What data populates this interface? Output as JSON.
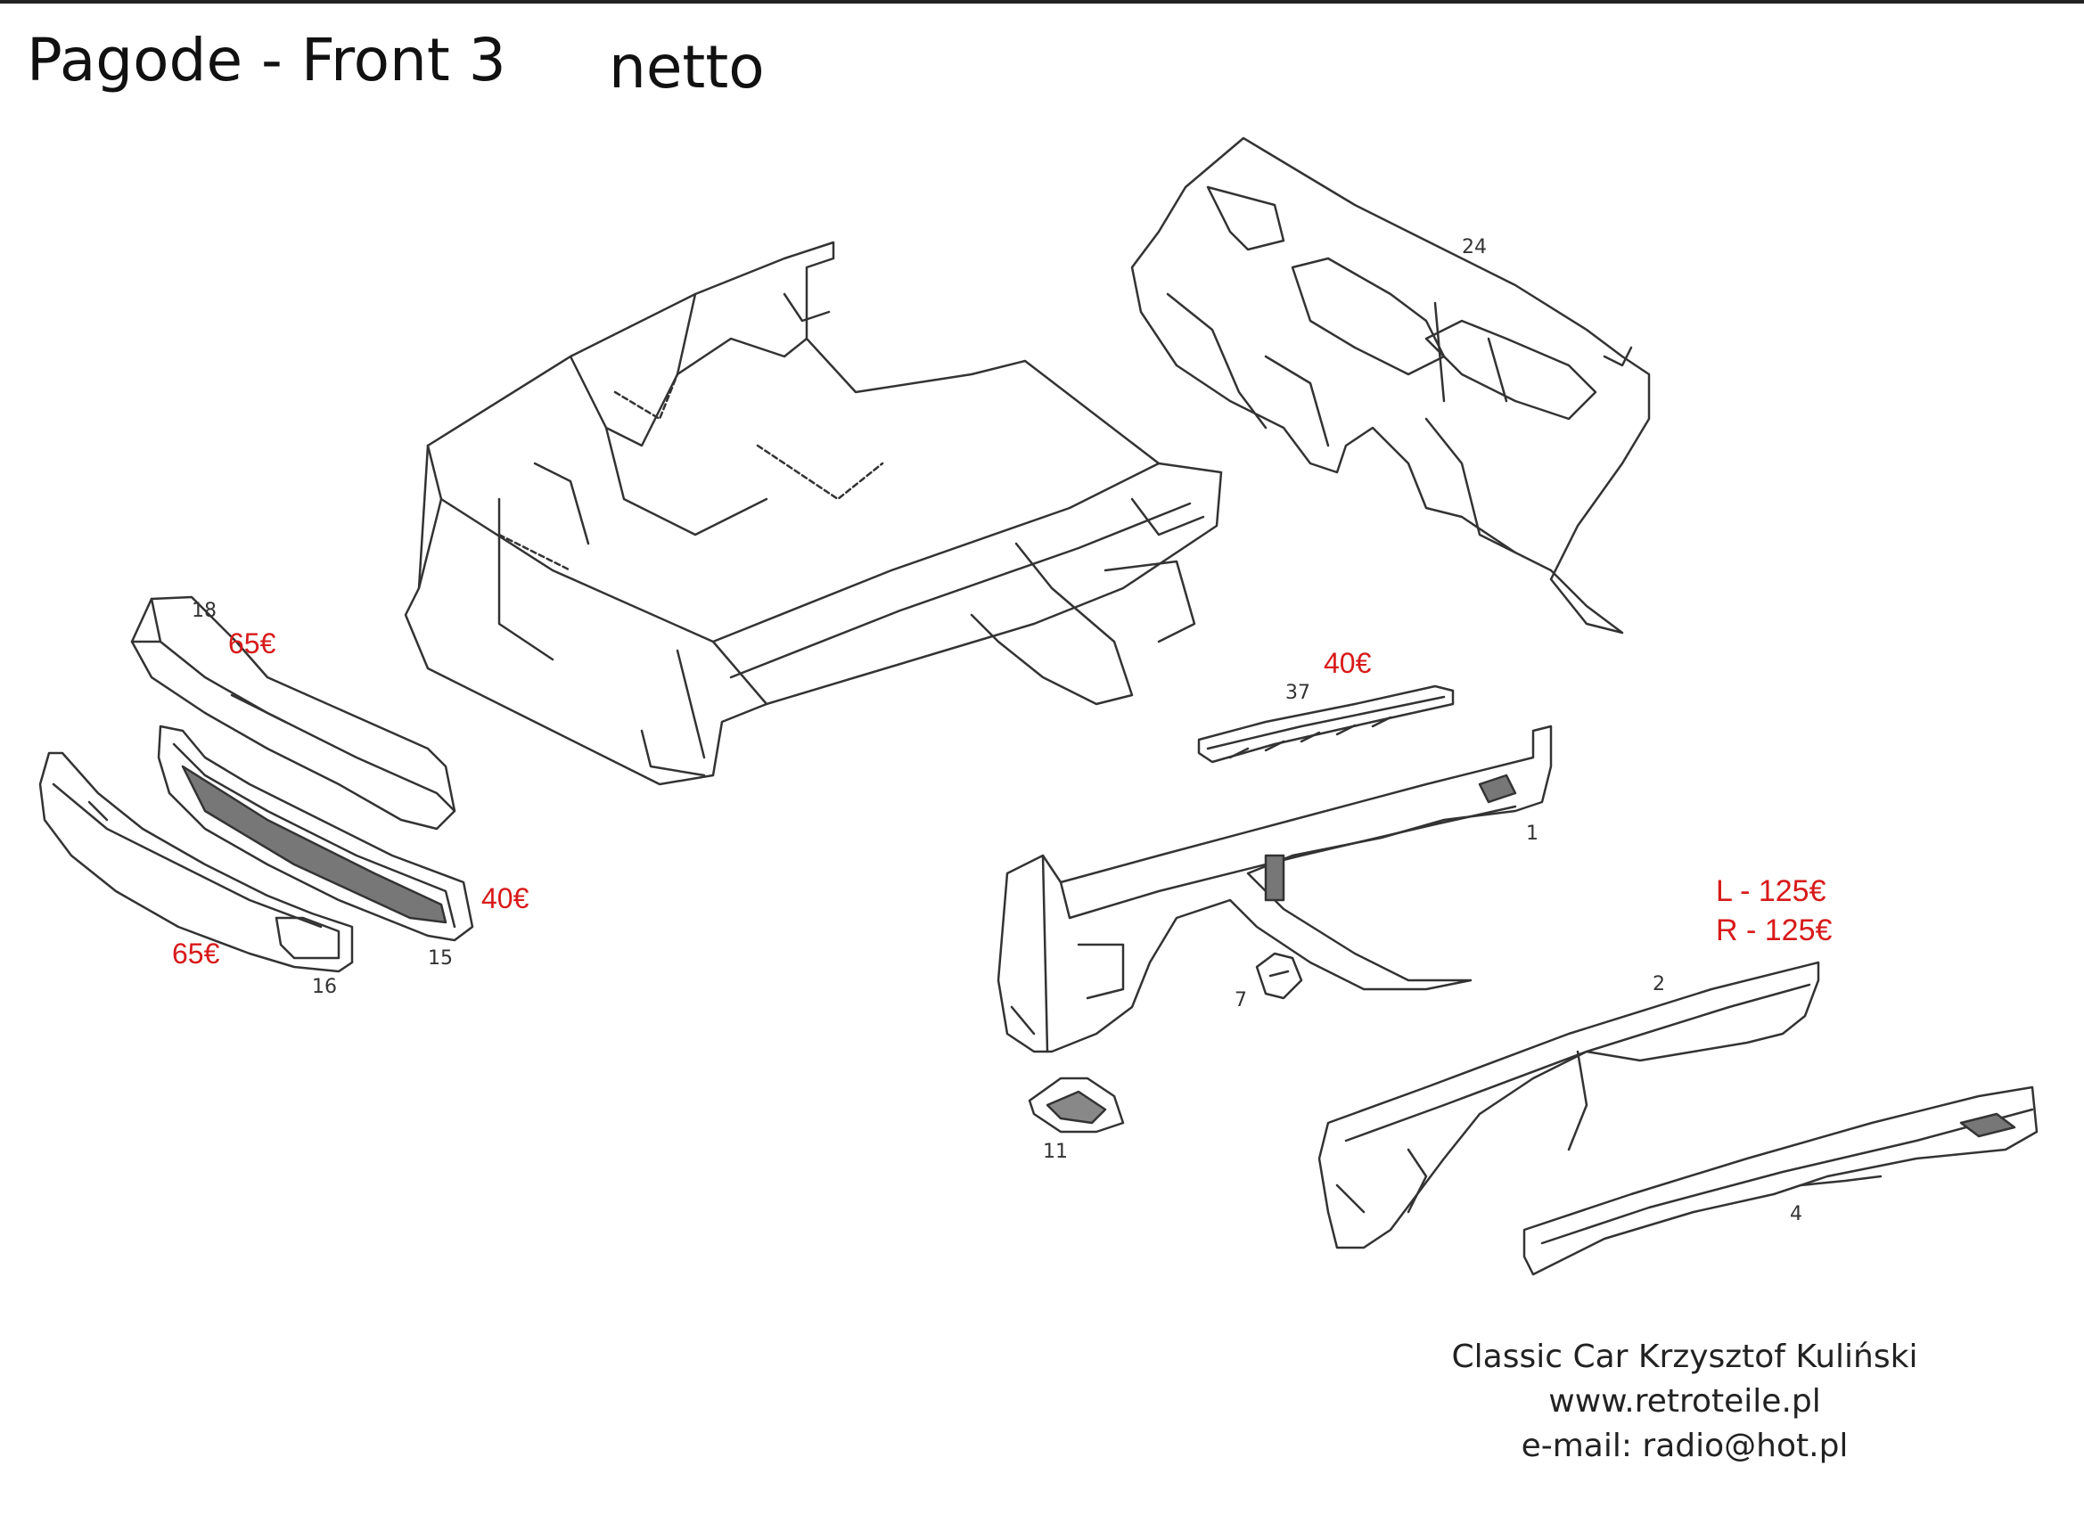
{
  "header": {
    "title": "Pagode - Front 3",
    "netto_label": "netto"
  },
  "parts": {
    "p18": "18",
    "p16": "16",
    "p15": "15",
    "p24": "24",
    "p37": "37",
    "p1": "1",
    "p2": "2",
    "p4": "4",
    "p7": "7",
    "p11": "11"
  },
  "prices": {
    "part18": "65€",
    "part16": "65€",
    "part15": "40€",
    "part37": "40€",
    "part2_left": "L - 125€",
    "part2_right": "R - 125€"
  },
  "footer": {
    "company": "Classic Car Krzysztof Kuliński",
    "website": "www.retroteile.pl",
    "email": "e-mail: radio@hot.pl"
  },
  "colors": {
    "price_red": "#d81a1a",
    "line": "#333333"
  }
}
